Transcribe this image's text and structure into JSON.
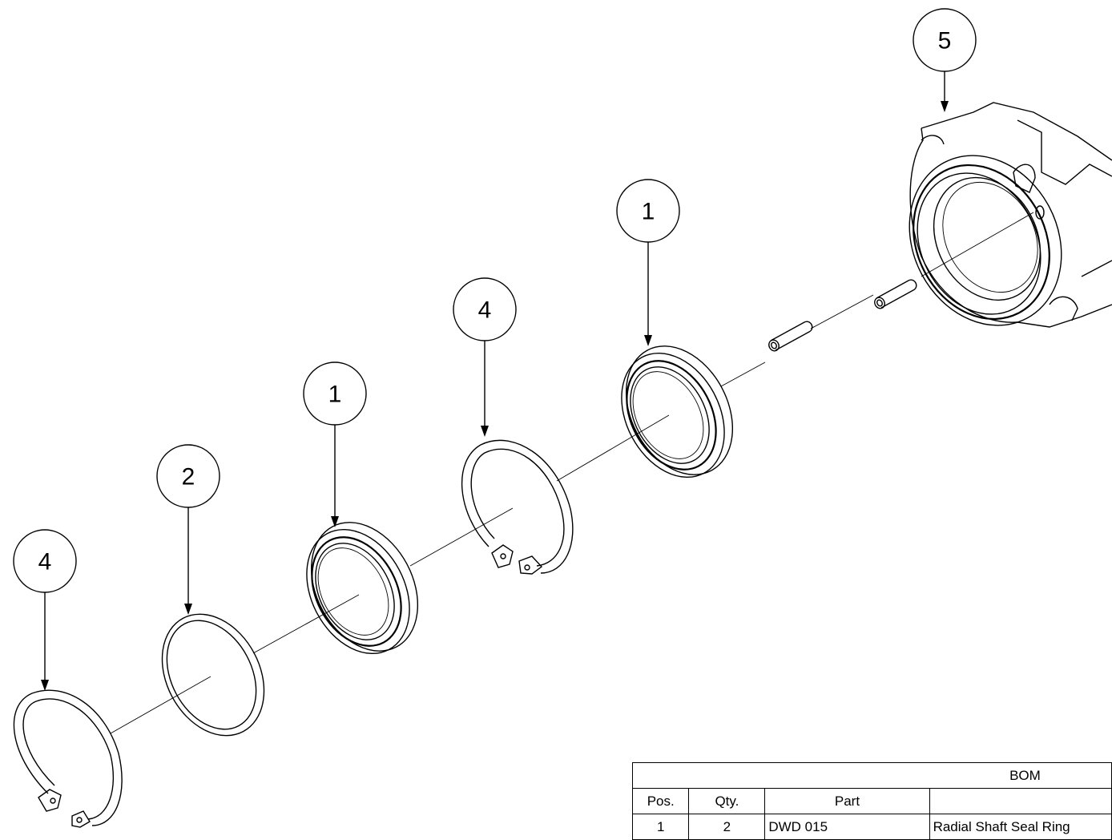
{
  "balloons": [
    {
      "id": "b4-left",
      "label": "4"
    },
    {
      "id": "b2",
      "label": "2"
    },
    {
      "id": "b1-mid",
      "label": "1"
    },
    {
      "id": "b4-mid",
      "label": "4"
    },
    {
      "id": "b1-right",
      "label": "1"
    },
    {
      "id": "b5",
      "label": "5"
    }
  ],
  "bom": {
    "title": "BOM",
    "headers": [
      "Pos.",
      "Qty.",
      "Part",
      ""
    ],
    "rows": [
      [
        "1",
        "2",
        "DWD 015",
        "Radial Shaft Seal Ring"
      ]
    ]
  }
}
